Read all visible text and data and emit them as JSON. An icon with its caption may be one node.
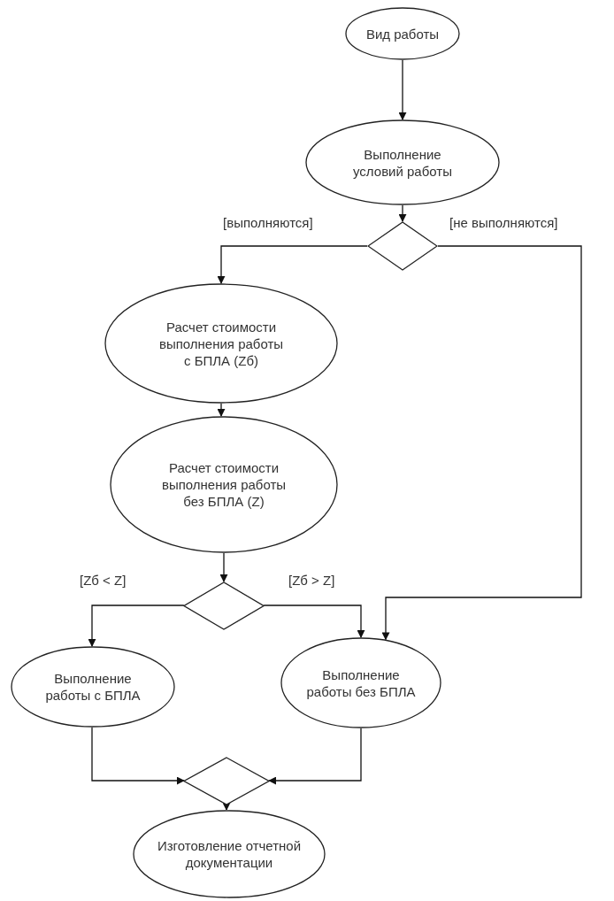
{
  "diagram": {
    "nodes": [
      {
        "text": [
          "Вид работы"
        ]
      },
      {
        "text": [
          "Выполнение условий работы"
        ]
      },
      {
        "text": [],
        "shape": "diamond"
      },
      {
        "text": [
          "Расчет стоимости выполнения работы с БПЛА (Zб)"
        ]
      },
      {
        "text": [
          "Расчет стоимости выполнения работы без БПЛА (Z)"
        ]
      },
      {
        "text": [],
        "shape": "diamond"
      },
      {
        "text": [
          "Выполнение работы с БПЛА"
        ]
      },
      {
        "text": [
          "Выполнение работы без БПЛА"
        ]
      },
      {
        "text": [],
        "shape": "diamond"
      },
      {
        "text": [
          "Изготовление отчетной документации"
        ]
      }
    ],
    "edges": [
      {
        "from": 0,
        "to": 1,
        "arrow": "to"
      },
      {
        "from": 1,
        "to": 2,
        "arrow": "to"
      },
      {
        "from": 2,
        "to": 3,
        "arrow": "to",
        "label": "[выполняются]"
      },
      {
        "from": 2,
        "to": 7,
        "arrow": "to",
        "label": "[не выполняются]"
      },
      {
        "from": 3,
        "to": 4,
        "arrow": "to"
      },
      {
        "from": 4,
        "to": 5,
        "arrow": "to"
      },
      {
        "from": 5,
        "to": 6,
        "arrow": "to",
        "label": "[Zб < Z]"
      },
      {
        "from": 5,
        "to": 7,
        "arrow": "to",
        "label": "[Zб > Z]"
      },
      {
        "from": 6,
        "to": 8,
        "arrow": "to"
      },
      {
        "from": 7,
        "to": 8,
        "arrow": "to"
      },
      {
        "from": 8,
        "to": 9,
        "arrow": "to"
      }
    ]
  }
}
